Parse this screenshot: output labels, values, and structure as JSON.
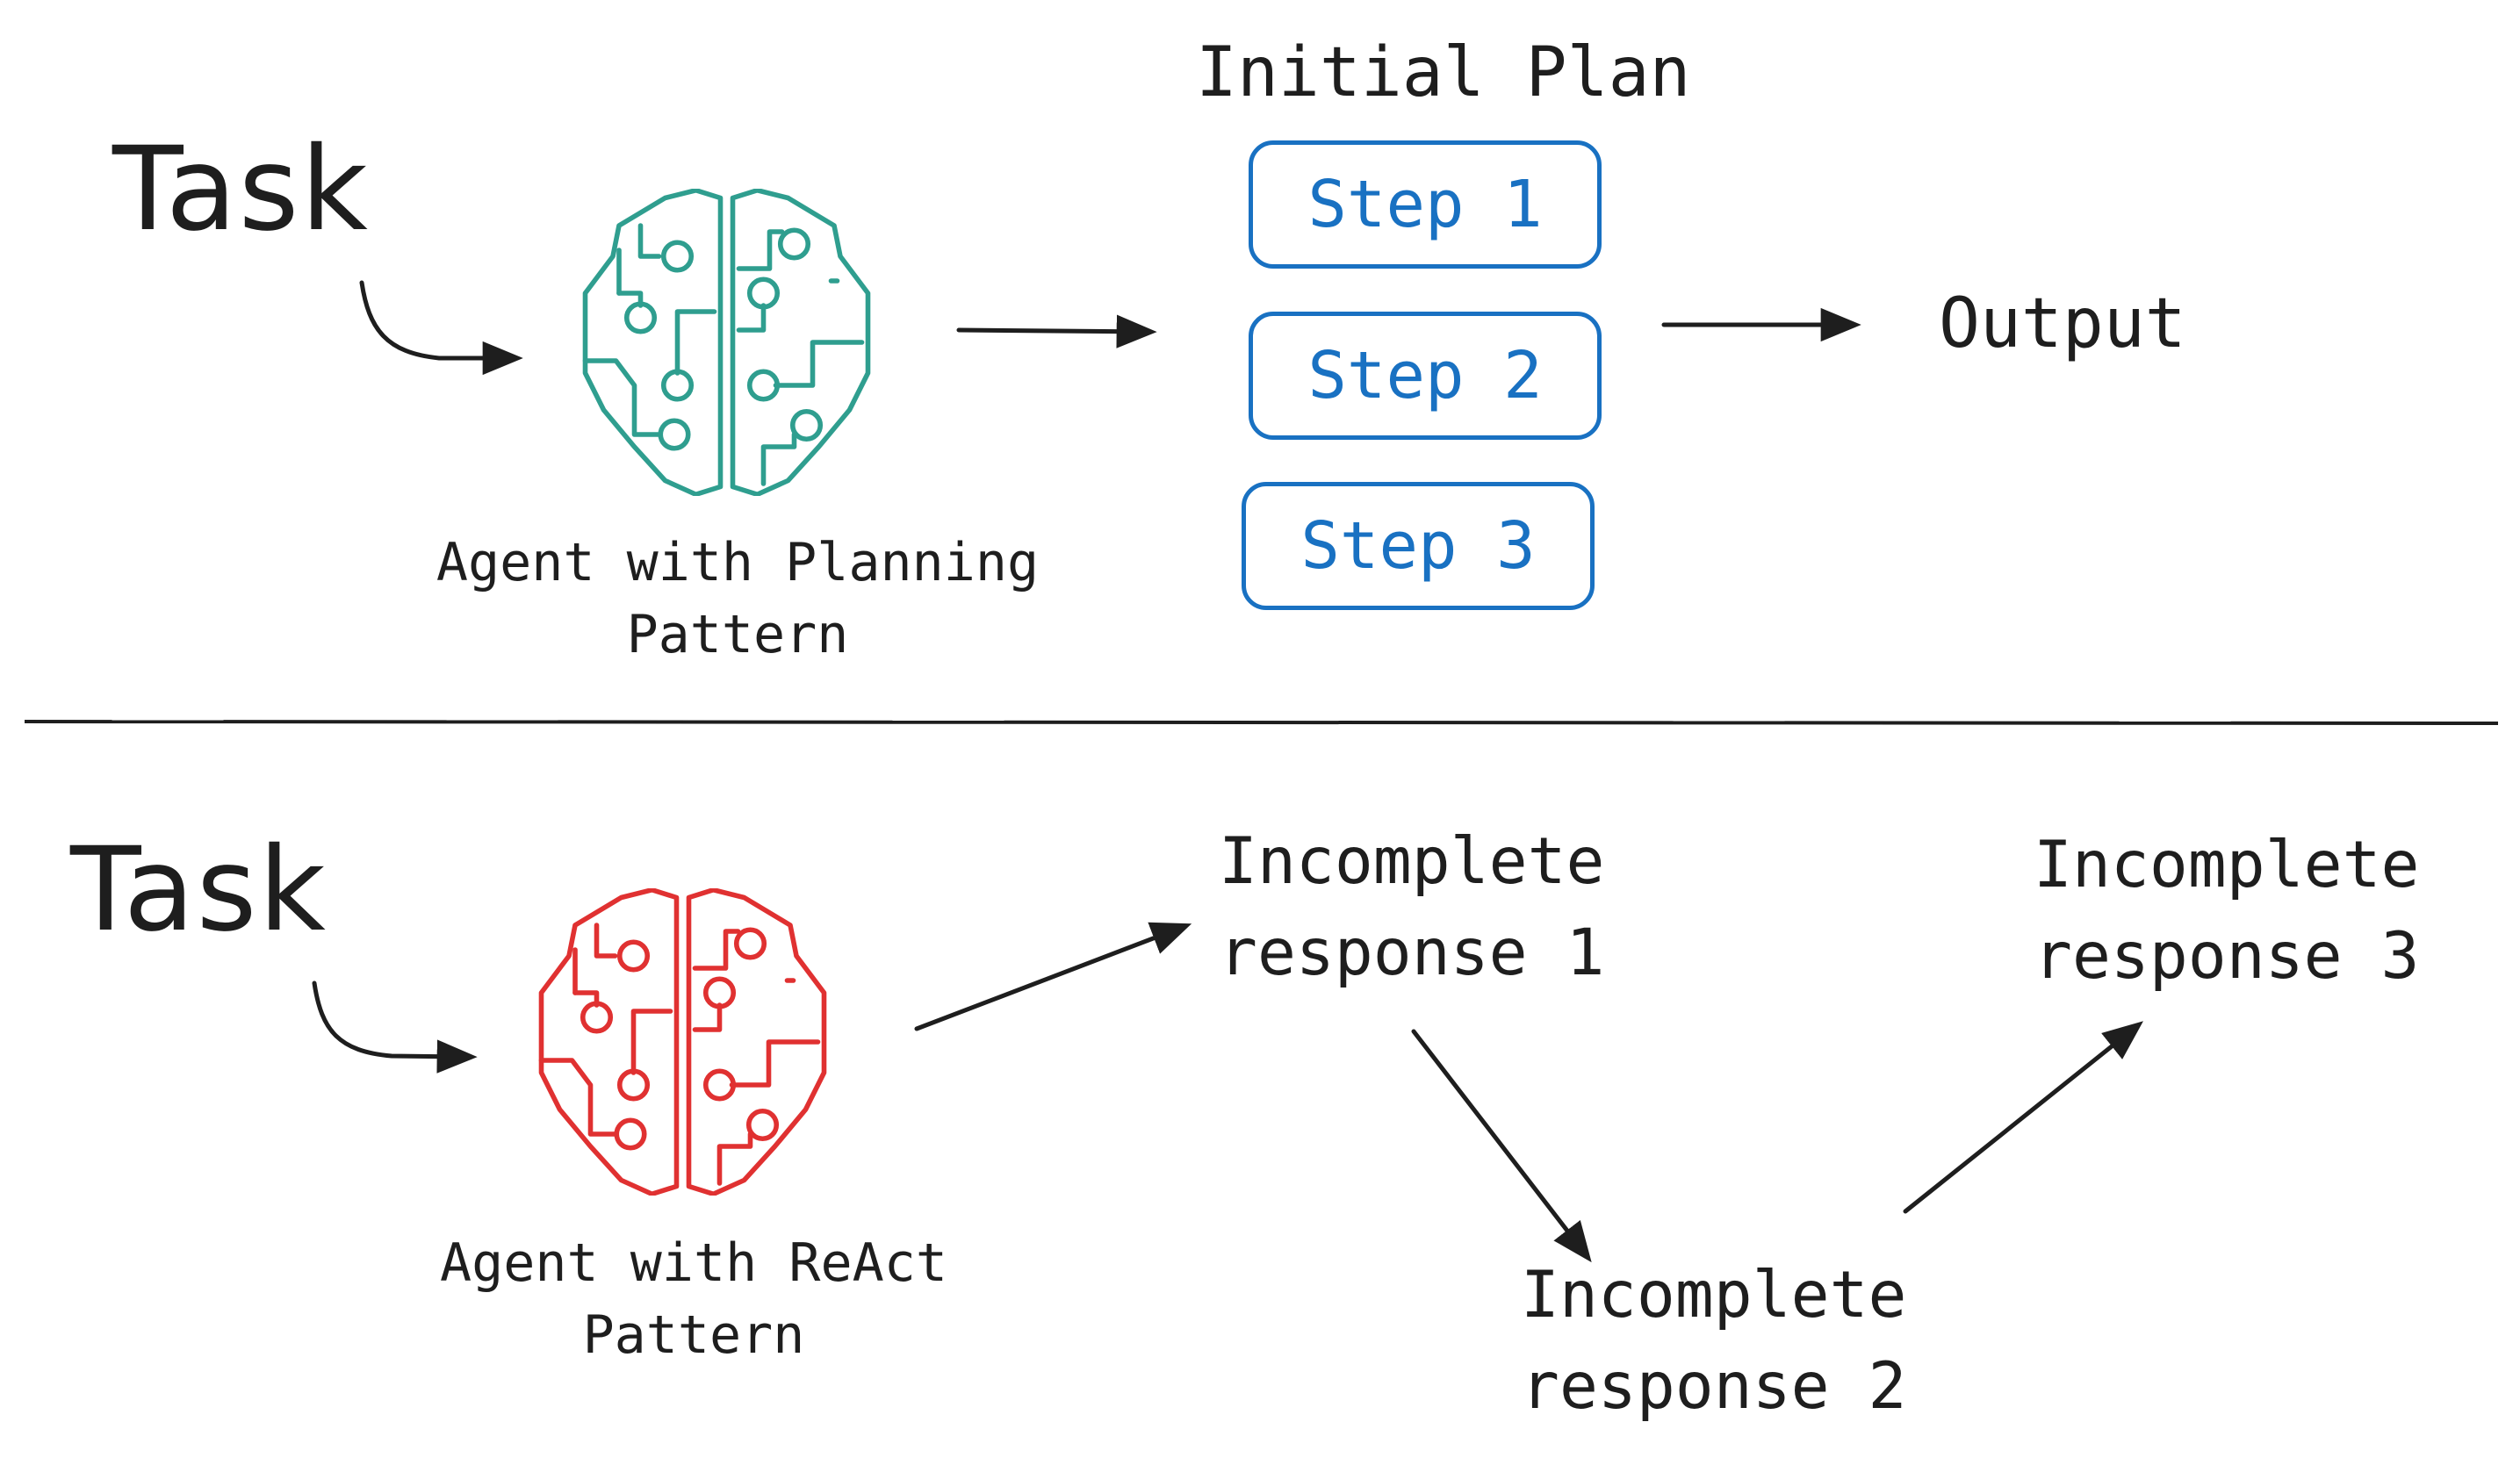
{
  "colors": {
    "planning_brain": "#2f9e8f",
    "react_brain": "#e03131",
    "step_box": "#1971c2",
    "ink": "#1e1e1e"
  },
  "top": {
    "task_label": "Task",
    "agent_caption_line1": "Agent with Planning",
    "agent_caption_line2": "Pattern",
    "plan_title": "Initial Plan",
    "steps": [
      "Step 1",
      "Step 2",
      "Step 3"
    ],
    "output_label": "Output"
  },
  "bottom": {
    "task_label": "Task",
    "agent_caption_line1": "Agent with ReAct",
    "agent_caption_line2": "Pattern",
    "responses": [
      {
        "line1": "Incomplete",
        "line2": "response 1"
      },
      {
        "line1": "Incomplete",
        "line2": "response 2"
      },
      {
        "line1": "Incomplete",
        "line2": "response 3"
      }
    ]
  }
}
